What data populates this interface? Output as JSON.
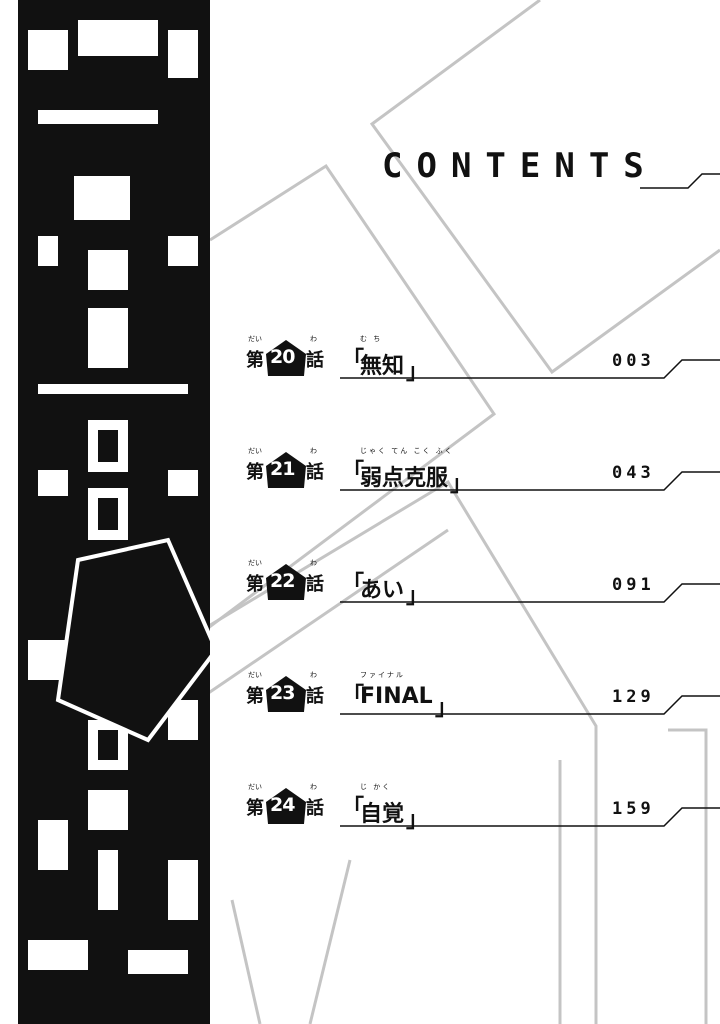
{
  "header": {
    "title": "CONTENTS"
  },
  "side_title": "EPISODE NAGI",
  "toc": [
    {
      "prefix": "第",
      "number": "20",
      "suffix": "話",
      "prefix_ruby": "だい",
      "suffix_ruby": "わ",
      "title": "無知",
      "ruby": "む ち",
      "page": "003"
    },
    {
      "prefix": "第",
      "number": "21",
      "suffix": "話",
      "prefix_ruby": "だい",
      "suffix_ruby": "わ",
      "title": "弱点克服",
      "ruby": "じゃく てん こく ふく",
      "page": "043"
    },
    {
      "prefix": "第",
      "number": "22",
      "suffix": "話",
      "prefix_ruby": "だい",
      "suffix_ruby": "わ",
      "title": "あい",
      "ruby": "",
      "page": "091"
    },
    {
      "prefix": "第",
      "number": "23",
      "suffix": "話",
      "prefix_ruby": "だい",
      "suffix_ruby": "わ",
      "title": "FINAL",
      "ruby": "ファイナル",
      "page": "129"
    },
    {
      "prefix": "第",
      "number": "24",
      "suffix": "話",
      "prefix_ruby": "だい",
      "suffix_ruby": "わ",
      "title": "自覚",
      "ruby": "じ かく",
      "page": "159"
    }
  ],
  "brackets": {
    "open": "「",
    "close": "」"
  }
}
